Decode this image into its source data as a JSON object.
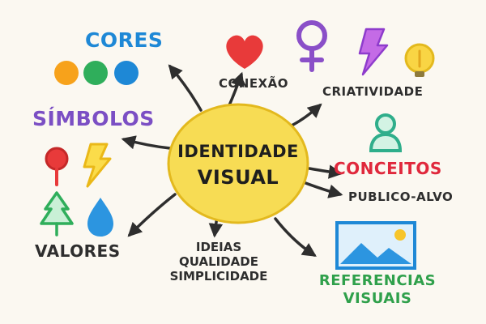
{
  "center": {
    "line1": "IDENTIDADE",
    "line2": "VISUAL"
  },
  "branches": {
    "cores": "CORES",
    "simbolos": "SÍMBOLOS",
    "valores": "VALORES",
    "ideias": [
      "IDEIAS",
      "QUALIDADE",
      "SIMPLICIDADE"
    ],
    "conexao": "CONEXÃO",
    "criatividade": "CRIATIVIDADE",
    "conceitos": "CONCEITOS",
    "publico_alvo": "PUBLICO-ALVO",
    "referencias": [
      "REFERENCIAS",
      "VISUAIS"
    ]
  },
  "colors": {
    "cores": "#1e88d6",
    "simbolos": "#7b4fc4",
    "conceitos": "#e0283c",
    "referencias": "#2fa04b",
    "dark": "#2e2e2e",
    "center_fill": "#f7dc54",
    "swatches": [
      "#f7a21b",
      "#2fae5b",
      "#1e88d6"
    ]
  },
  "icons": [
    "heart-icon",
    "female-symbol-icon",
    "lightning-icon",
    "lightbulb-icon",
    "person-icon",
    "pin-icon",
    "bolt-icon",
    "tree-icon",
    "drop-icon",
    "landscape-image-icon"
  ]
}
